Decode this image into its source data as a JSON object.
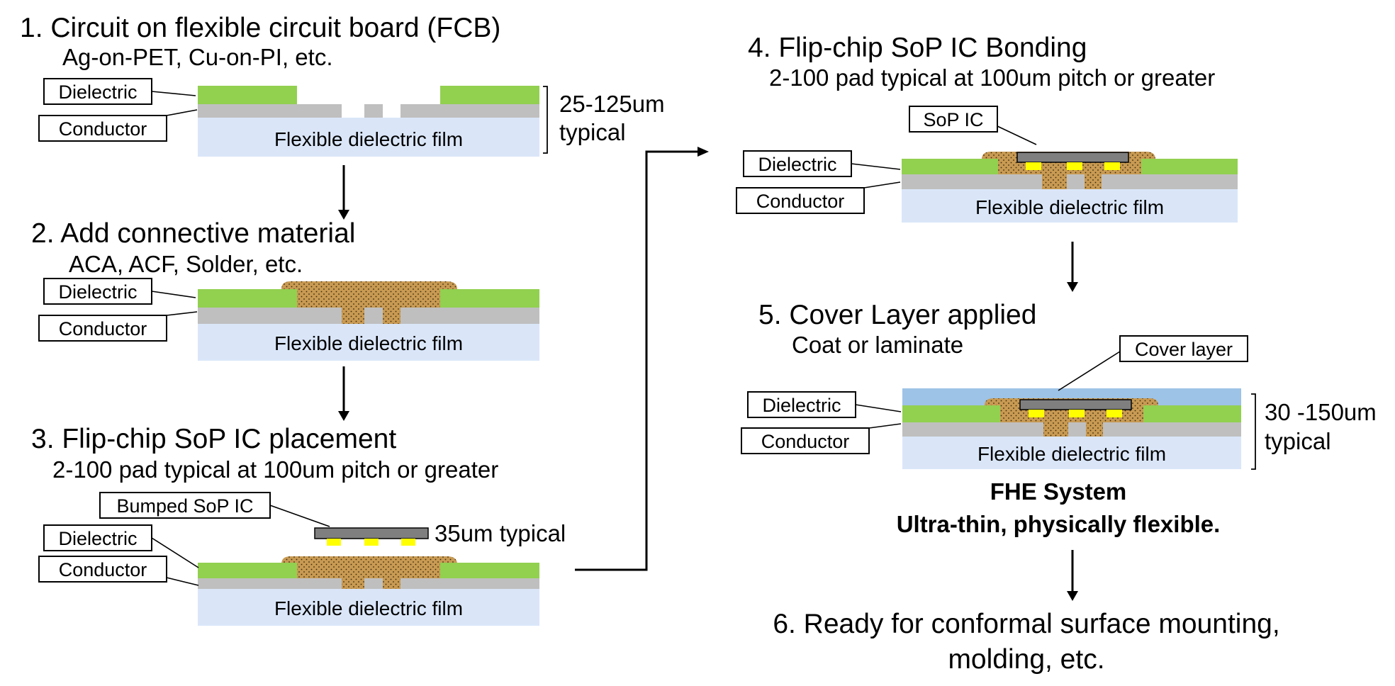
{
  "colors": {
    "dielectric": "#92d050",
    "conductor": "#bfbfbf",
    "film": "#dae6f8",
    "cover": "#9dc3e6",
    "connective": "#c89a52",
    "ic_body": "#7f7f7f",
    "bump": "#ffff00"
  },
  "step1": {
    "heading": "1. Circuit on flexible circuit board (FCB)",
    "subheading": "Ag-on-PET, Cu-on-PI, etc.",
    "dielectric_label": "Dielectric",
    "conductor_label": "Conductor",
    "film_label": "Flexible dielectric film",
    "thickness": "25-125um",
    "thickness_note": "typical"
  },
  "step2": {
    "heading": "2. Add connective material",
    "subheading": "ACA, ACF, Solder, etc.",
    "dielectric_label": "Dielectric",
    "conductor_label": "Conductor",
    "film_label": "Flexible dielectric film"
  },
  "step3": {
    "heading": "3. Flip-chip SoP IC placement",
    "subheading": "2-100 pad typical at 100um pitch or greater",
    "ic_label": "Bumped SoP IC",
    "dielectric_label": "Dielectric",
    "conductor_label": "Conductor",
    "film_label": "Flexible dielectric film",
    "ic_thickness": "35um  typical"
  },
  "step4": {
    "heading": "4. Flip-chip SoP IC Bonding",
    "subheading": "2-100 pad typical at 100um pitch or greater",
    "ic_label": "SoP IC",
    "dielectric_label": "Dielectric",
    "conductor_label": "Conductor",
    "film_label": "Flexible dielectric film"
  },
  "step5": {
    "heading": "5. Cover Layer applied",
    "subheading": "Coat or laminate",
    "cover_label": "Cover layer",
    "dielectric_label": "Dielectric",
    "conductor_label": "Conductor",
    "film_label": "Flexible dielectric film",
    "thickness": "30 -150um",
    "thickness_note": "typical"
  },
  "result": {
    "title": "FHE System",
    "subtitle": "Ultra-thin, physically flexible."
  },
  "step6": {
    "line1": "6. Ready for conformal surface mounting,",
    "line2": "molding, etc."
  }
}
